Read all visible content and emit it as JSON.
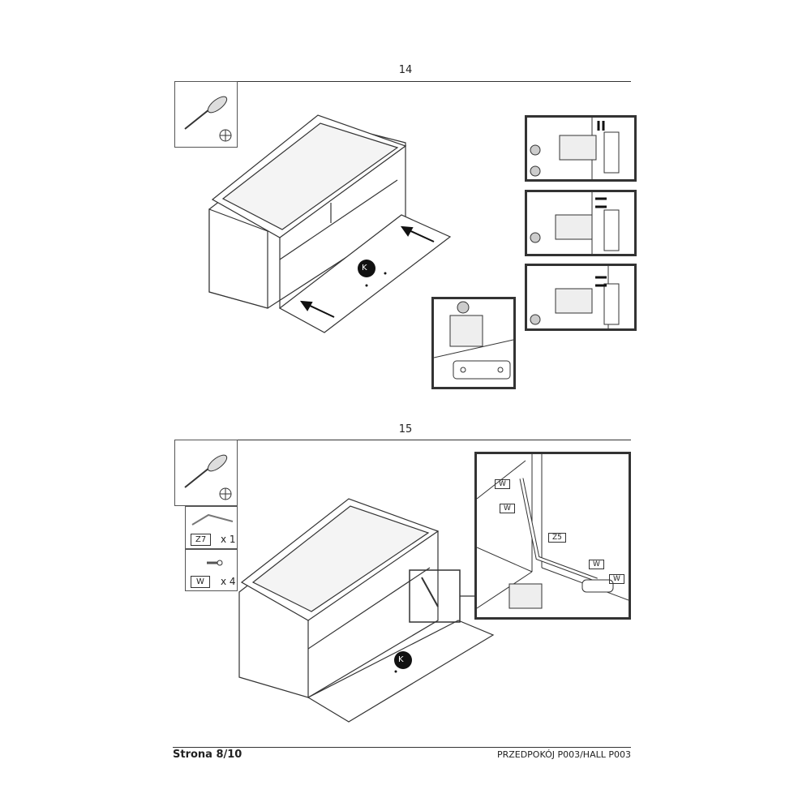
{
  "steps": [
    {
      "number": "14",
      "fitting_label": "K"
    },
    {
      "number": "15",
      "fitting_label": "K",
      "parts": [
        {
          "code": "Z7",
          "qty": "x 1"
        },
        {
          "code": "W",
          "qty": "x 4"
        }
      ],
      "detail_labels": [
        "W",
        "W",
        "Z5",
        "W",
        "W"
      ]
    }
  ],
  "footer": {
    "page": "Strona 8/10",
    "product": "PRZEDPOKÓJ P003/HALL P003"
  }
}
